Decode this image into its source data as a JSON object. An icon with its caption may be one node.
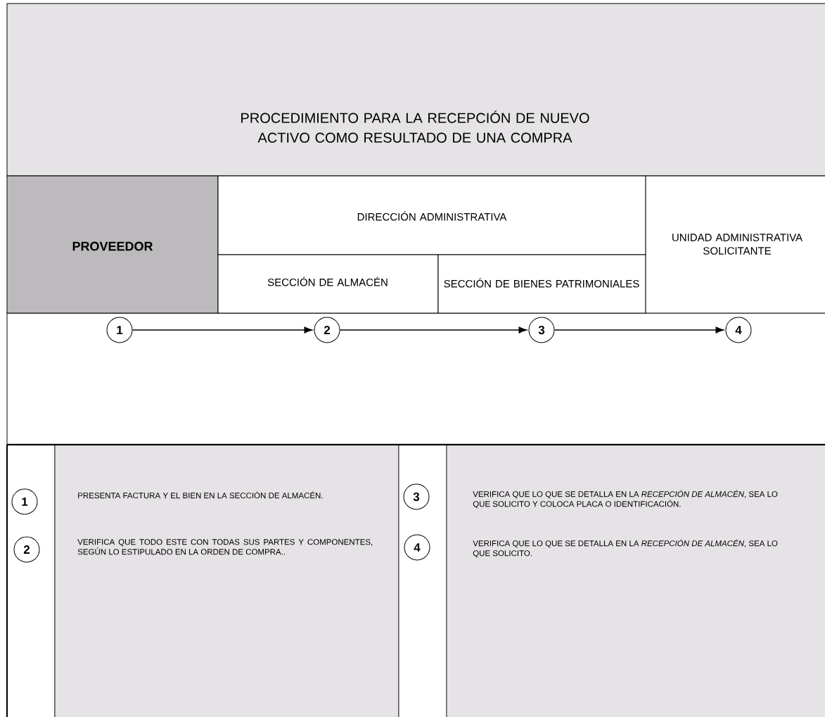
{
  "diagram": {
    "title": "PROCEDIMIENTO PARA LA RECEPCIÓN DE NUEVO ACTIVO COMO RESULTADO DE UNA COMPRA",
    "nodes": [
      {
        "text": [
          "PROVEEDOR"
        ]
      },
      {
        "text": [
          "DIRECCIÓN ADMINISTRATIVA"
        ]
      },
      {
        "text": [
          "SECCIÓN DE ALMACÉN"
        ]
      },
      {
        "text": [
          "SECCIÓN DE BIENES PATRIMONIALES"
        ]
      },
      {
        "text": [
          "UNIDAD ADMINISTRATIVA SOLICITANTE"
        ]
      },
      {
        "text": [
          "1"
        ]
      },
      {
        "text": [
          "2"
        ]
      },
      {
        "text": [
          "3"
        ]
      },
      {
        "text": [
          "4"
        ]
      },
      {
        "text": [
          "1"
        ]
      },
      {
        "text": [
          "2"
        ]
      },
      {
        "text": [
          "3"
        ]
      },
      {
        "text": [
          "4"
        ]
      }
    ],
    "edges": [
      {
        "from": 5,
        "to": 6,
        "arrow": "to"
      },
      {
        "from": 6,
        "to": 7,
        "arrow": "to"
      },
      {
        "from": 7,
        "to": 8,
        "arrow": "to"
      }
    ],
    "labels": [
      "PRESENTA FACTURA Y EL BIEN EN LA SECCIÓN DE ALMACÉN.",
      "VERIFICA QUE LO QUE SE DETALLA EN LA *RECEPCIÓN DE ALMACÉN*, SEA LO QUE SOLICITO Y COLOCA PLACA O IDENTIFICACIÓN.",
      "VERIFICA QUE TODO ESTE CON TODAS SUS PARTES Y COMPONENTES, SEGÚN LO ESTIPULADO EN LA ORDEN DE COMPRA..",
      "VERIFICA QUE LO QUE SE DETALLA EN LA *RECEPCIÓN DE ALMACÉN*, SEA LO QUE SOLICITO."
    ]
  }
}
